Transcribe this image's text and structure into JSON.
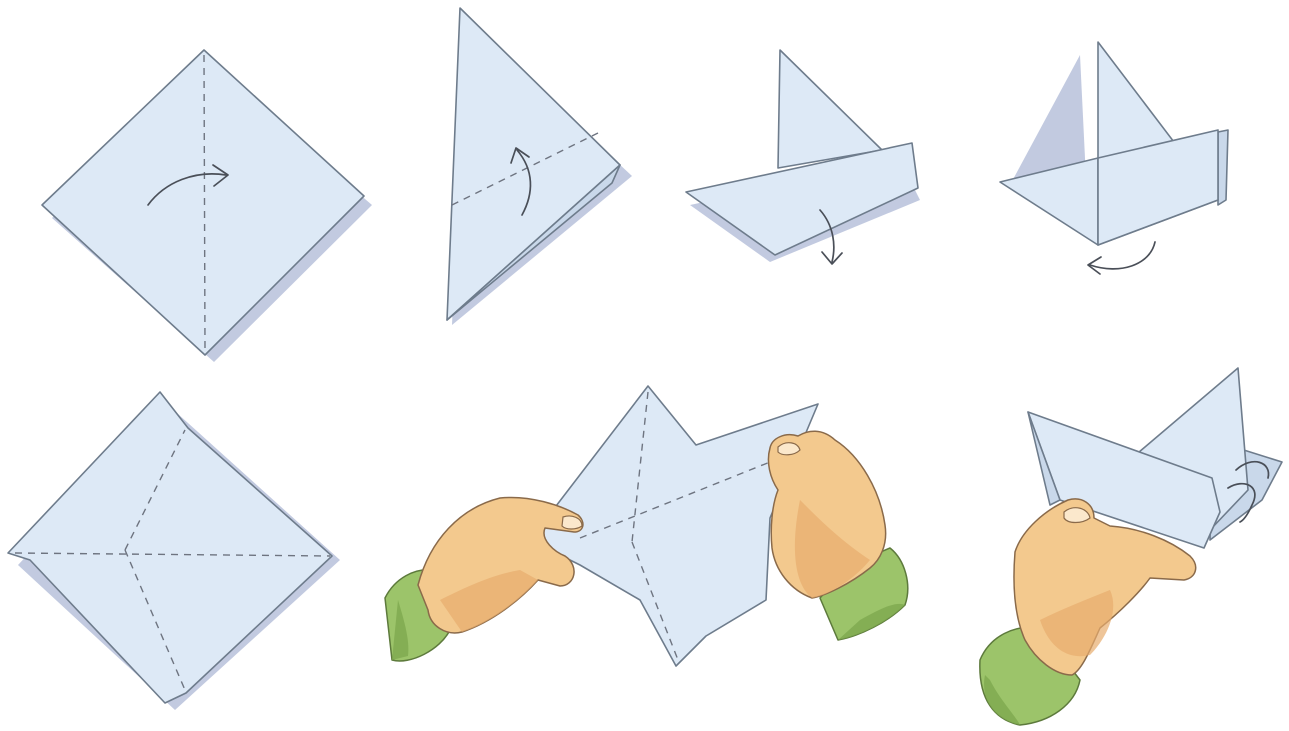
{
  "figure": {
    "steps": [
      {
        "id": "step-1",
        "shape": "square-diamond",
        "creases": [
          "vertical-center",
          "horizontal-none"
        ],
        "arrow": "fold-right"
      },
      {
        "id": "step-2",
        "shape": "triangle-folded",
        "arrow": "fold-up"
      },
      {
        "id": "step-3",
        "shape": "triangle-with-flap",
        "arrow": "fold-down"
      },
      {
        "id": "step-4",
        "shape": "hat-shape",
        "arrow": "fold-back"
      },
      {
        "id": "step-5",
        "shape": "square-diamond-creased"
      },
      {
        "id": "step-6",
        "shape": "hands-pulling-paper"
      },
      {
        "id": "step-7",
        "shape": "finished-boat-in-hand",
        "arrow": "rotate-flaps"
      }
    ]
  },
  "colors": {
    "paper": "#dde9f6",
    "paper_outline": "#6e7c8c",
    "shadow": "#aeb8d6",
    "skin": "#f3c98e",
    "sleeve": "#9cc46a",
    "arrow": "#4a4f58"
  }
}
